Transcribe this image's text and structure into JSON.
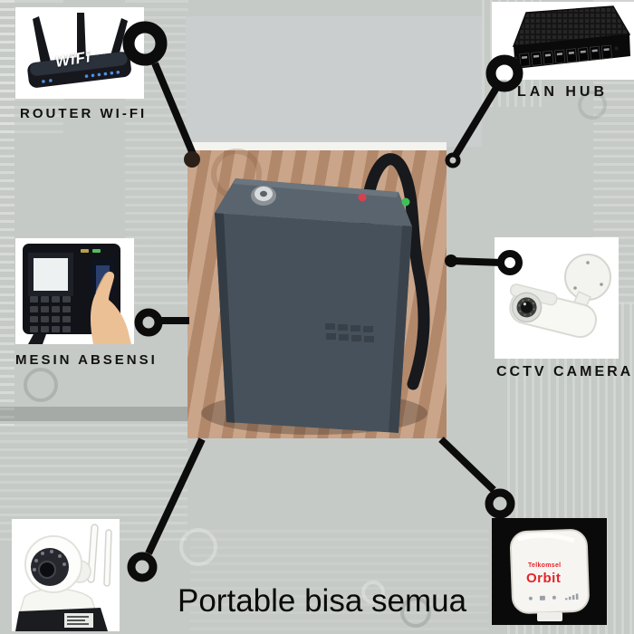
{
  "caption": "Portable bisa semua",
  "cards": {
    "router": {
      "label": "ROUTER WI-FI",
      "device_text": "WiFi",
      "subject": "wifi-router-3-antennas"
    },
    "lan_hub": {
      "label": "LAN HUB",
      "subject": "8-port-ethernet-switch"
    },
    "mesin_absensi": {
      "label": "MESIN ABSENSI",
      "subject": "fingerprint-attendance-machine"
    },
    "cctv": {
      "label": "CCTV CAMERA",
      "subject": "white-bullet-cctv-camera"
    },
    "ip_camera": {
      "subject": "wireless-ptz-ip-camera"
    },
    "orbit_modem": {
      "brand": "Telkomsel",
      "model": "Orbit",
      "subject": "telkomsel-orbit-modem"
    }
  },
  "center_photo": {
    "subject": "portable-power-box-on-wooden-table",
    "indicator_leds": [
      {
        "name": "red-led",
        "hex": "#d84050"
      },
      {
        "name": "green-led",
        "hex": "#3fbf5a"
      }
    ]
  },
  "colors": {
    "background": "#c6cac7",
    "connector_black": "#0c0c0c",
    "card_white": "#ffffff",
    "orbit_card_black": "#0b0a0a",
    "orbit_red": "#e3242b",
    "wood_brown": "#b88f72",
    "box_slate": "#46515b"
  }
}
